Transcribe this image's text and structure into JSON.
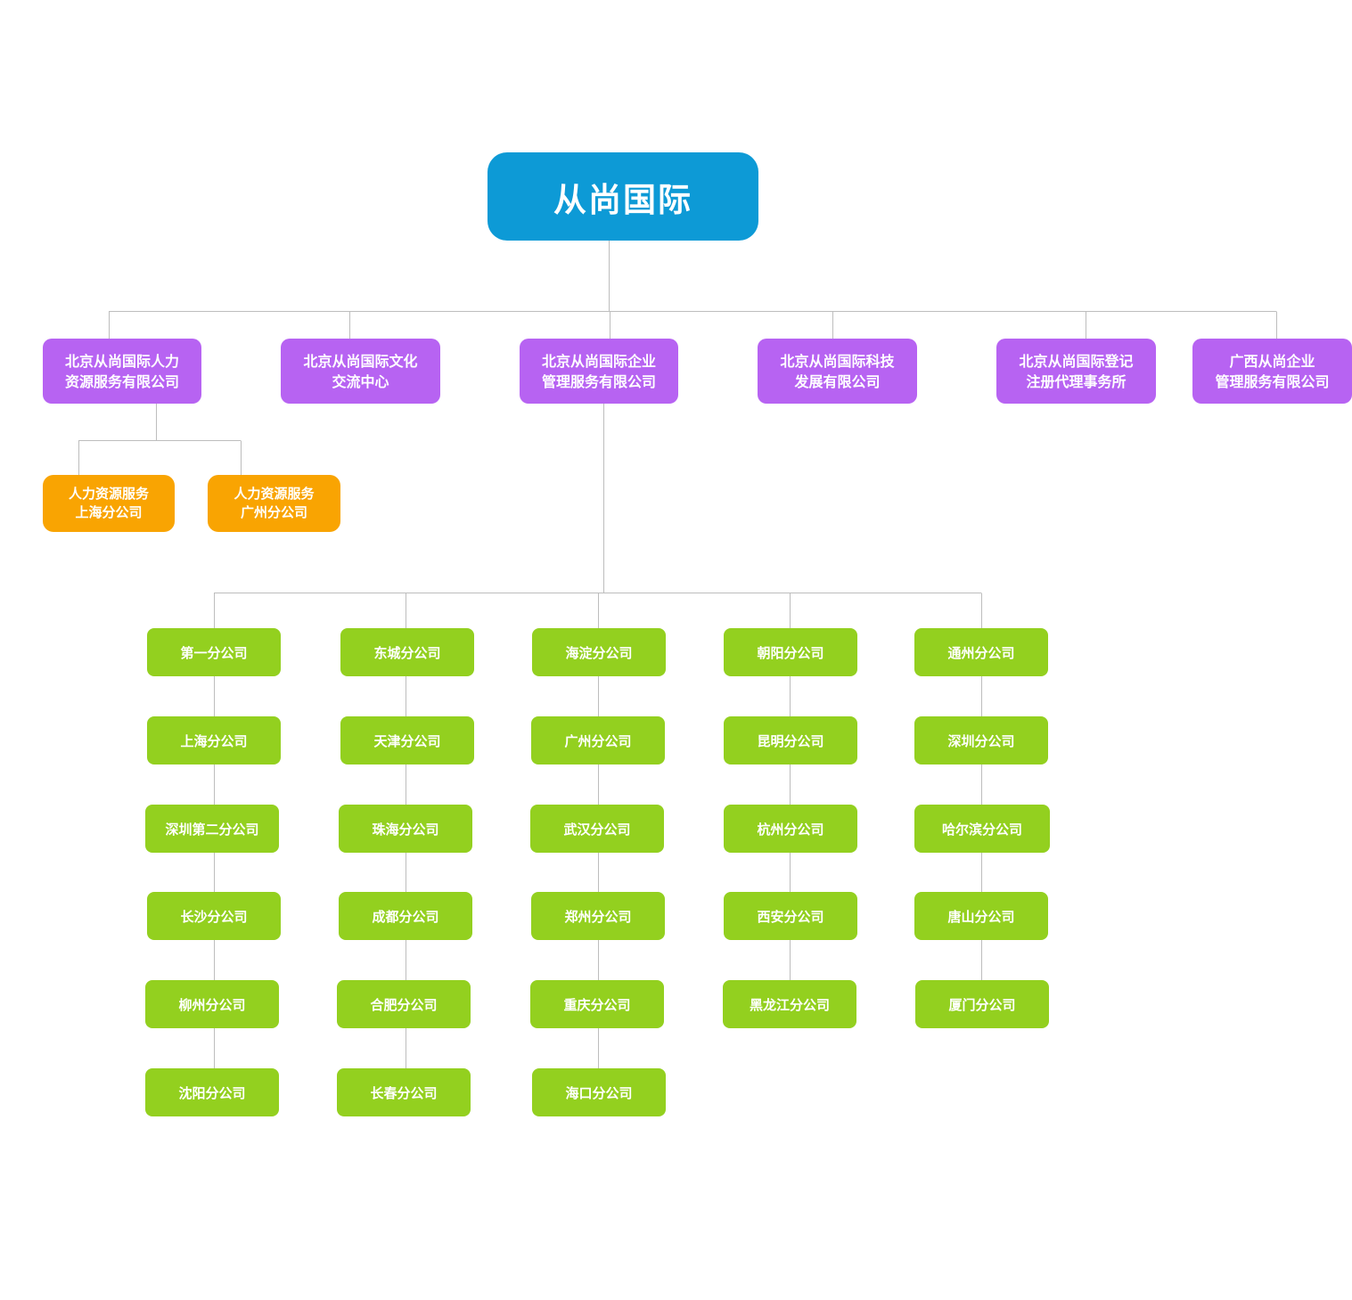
{
  "root": {
    "label": "从尚国际"
  },
  "colors": {
    "root_bg": "#0d9ad6",
    "level2_bg": "#b763f2",
    "hr_branch_bg": "#f9a402",
    "branch_bg": "#93d01f",
    "connector": "#bdbdbd",
    "text": "#ffffff"
  },
  "level2": [
    {
      "label": "北京从尚国际人力\n资源服务有限公司"
    },
    {
      "label": "北京从尚国际文化\n交流中心"
    },
    {
      "label": "北京从尚国际企业\n管理服务有限公司"
    },
    {
      "label": "北京从尚国际科技\n发展有限公司"
    },
    {
      "label": "北京从尚国际登记\n注册代理事务所"
    },
    {
      "label": "广西从尚企业\n管理服务有限公司"
    }
  ],
  "hr_branches": [
    {
      "label": "人力资源服务\n上海分公司"
    },
    {
      "label": "人力资源服务\n广州分公司"
    }
  ],
  "branch_columns": [
    {
      "items": [
        "第一分公司",
        "上海分公司",
        "深圳第二分公司",
        "长沙分公司",
        "柳州分公司",
        "沈阳分公司"
      ]
    },
    {
      "items": [
        "东城分公司",
        "天津分公司",
        "珠海分公司",
        "成都分公司",
        "合肥分公司",
        "长春分公司"
      ]
    },
    {
      "items": [
        "海淀分公司",
        "广州分公司",
        "武汉分公司",
        "郑州分公司",
        "重庆分公司",
        "海口分公司"
      ]
    },
    {
      "items": [
        "朝阳分公司",
        "昆明分公司",
        "杭州分公司",
        "西安分公司",
        "黑龙江分公司"
      ]
    },
    {
      "items": [
        "通州分公司",
        "深圳分公司",
        "哈尔滨分公司",
        "唐山分公司",
        "厦门分公司"
      ]
    }
  ]
}
